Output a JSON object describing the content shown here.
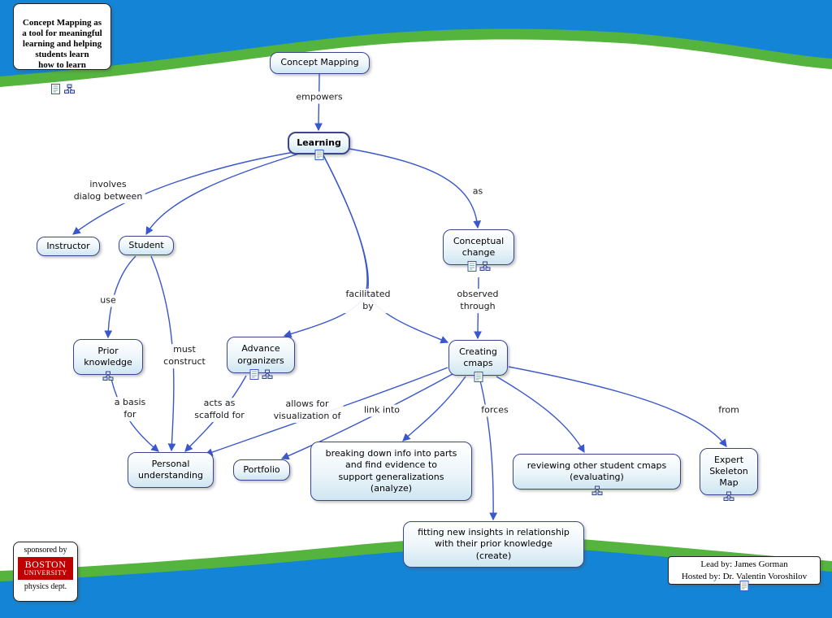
{
  "colors": {
    "wave_blue": "#1485d6",
    "wave_green": "#55b43e",
    "edge_blue": "#3a57cb",
    "node_border": "#39458e"
  },
  "title_box": {
    "text": "Concept Mapping as\na tool for meaningful\nlearning and helping\nstudents learn\nhow to learn"
  },
  "nodes": {
    "concept_mapping": {
      "label": "Concept Mapping"
    },
    "learning": {
      "label": "Learning"
    },
    "instructor": {
      "label": "Instructor"
    },
    "student": {
      "label": "Student"
    },
    "conceptual_change": {
      "label": "Conceptual\nchange"
    },
    "prior_knowledge": {
      "label": "Prior\nknowledge"
    },
    "advance_organizers": {
      "label": "Advance\norganizers"
    },
    "creating_cmaps": {
      "label": "Creating\ncmaps"
    },
    "personal_understanding": {
      "label": "Personal\nunderstanding"
    },
    "portfolio": {
      "label": "Portfolio"
    },
    "analyze": {
      "label": "breaking down info into parts\nand find evidence to\nsupport generalizations\n(analyze)"
    },
    "evaluating": {
      "label": "reviewing other student cmaps\n(evaluating)"
    },
    "create": {
      "label": "fitting new insights in relationship\nwith their prior knowledge\n(create)"
    },
    "expert_skeleton_map": {
      "label": "Expert\nSkeleton\nMap"
    }
  },
  "links": {
    "empowers": "empowers",
    "involves_dialog_between": "involves\ndialog between",
    "as": "as",
    "use": "use",
    "must_construct": "must\nconstruct",
    "facilitated_by": "facilitated\nby",
    "observed_through": "observed\nthrough",
    "a_basis_for": "a basis\nfor",
    "acts_as_scaffold_for": "acts as\nscaffold for",
    "allows_for_visualization_of": "allows for\nvisualization of",
    "link_into": "link into",
    "forces": "forces",
    "from": "from"
  },
  "sponsor": {
    "line1": "sponsored by",
    "logo_top": "BOSTON",
    "logo_bottom": "UNIVERSITY",
    "line2": "physics dept."
  },
  "credits": {
    "line1": "Lead by: James Gorman",
    "line2": "Hosted by: Dr. Valentin Voroshilov"
  },
  "icons": {
    "document": "document-resource-icon",
    "cmap": "cmap-resource-icon"
  }
}
